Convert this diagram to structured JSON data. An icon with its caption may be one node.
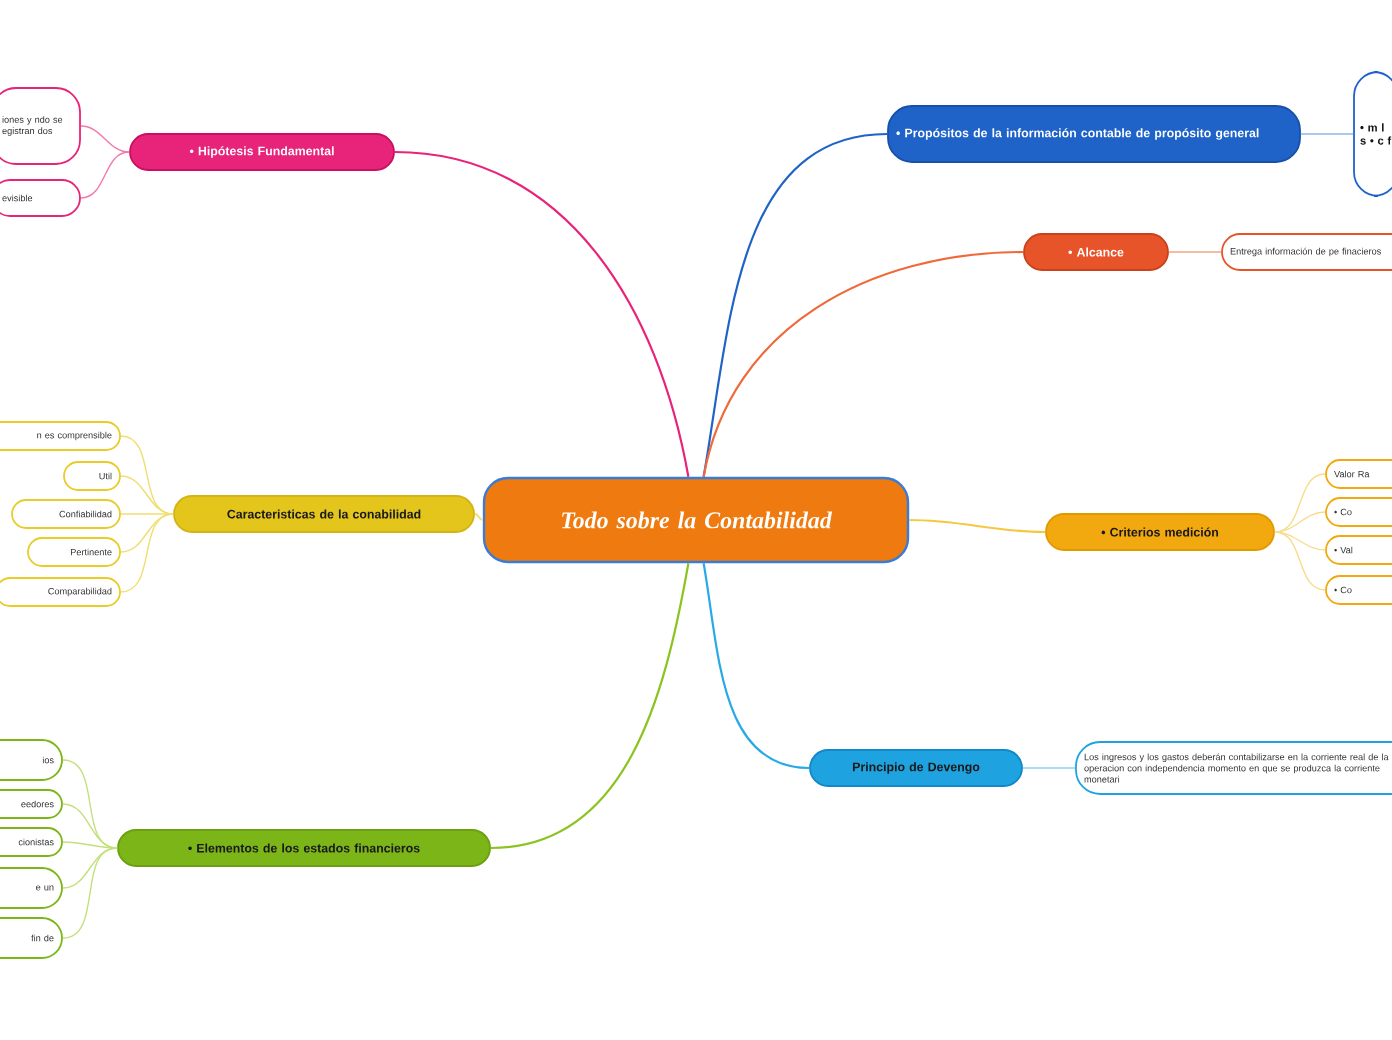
{
  "diagram": {
    "nodes": [
      {
        "text": [
          "Todo sobre la Contabilidad"
        ]
      },
      {
        "text": [
          "•  Hipótesis Fundamental"
        ]
      },
      {
        "text": [
          "iones y ndo se egistran dos"
        ]
      },
      {
        "text": [
          "evisible"
        ]
      },
      {
        "text": [
          "Caracteristicas de la conabilidad"
        ]
      },
      {
        "text": [
          "n es comprensible"
        ]
      },
      {
        "text": [
          "Util"
        ]
      },
      {
        "text": [
          "Confiabilidad"
        ]
      },
      {
        "text": [
          "Pertinente"
        ]
      },
      {
        "text": [
          "Comparabilidad"
        ]
      },
      {
        "text": [
          "•  Elementos de los estados financieros"
        ]
      },
      {
        "text": [
          "ios"
        ]
      },
      {
        "text": [
          "eedores"
        ]
      },
      {
        "text": [
          "cionistas"
        ]
      },
      {
        "text": [
          "e un"
        ]
      },
      {
        "text": [
          "fin de"
        ]
      },
      {
        "text": [
          "•  Propósitos de la información contable de propósito general"
        ]
      },
      {
        "text": [
          "• m l s • c f"
        ]
      },
      {
        "text": [
          "•  Alcance"
        ]
      },
      {
        "text": [
          "Entrega información de pe finacieros"
        ]
      },
      {
        "text": [
          "•  Criterios medición"
        ]
      },
      {
        "text": [
          "Valor Ra"
        ]
      },
      {
        "text": [
          "• Co"
        ]
      },
      {
        "text": [
          "• Val"
        ]
      },
      {
        "text": [
          "• Co"
        ]
      },
      {
        "text": [
          "Principio de Devengo"
        ]
      },
      {
        "text": [
          "Los ingresos y los gastos deberán contabilizarse en la corriente real de la operacion con independencia momento en que se produzca la corriente monetari"
        ]
      }
    ],
    "edges": [
      {
        "from": 0,
        "to": 1,
        "arrow": "none",
        "color": "#e8237a"
      },
      {
        "from": 1,
        "to": 2,
        "arrow": "none",
        "color": "#f27aae"
      },
      {
        "from": 1,
        "to": 3,
        "arrow": "none",
        "color": "#f27aae"
      },
      {
        "from": 0,
        "to": 4,
        "arrow": "none",
        "color": "#f0de70"
      },
      {
        "from": 4,
        "to": 5,
        "arrow": "none",
        "color": "#f0de70"
      },
      {
        "from": 4,
        "to": 6,
        "arrow": "none",
        "color": "#f0de70"
      },
      {
        "from": 4,
        "to": 7,
        "arrow": "none",
        "color": "#f0de70"
      },
      {
        "from": 4,
        "to": 8,
        "arrow": "none",
        "color": "#f0de70"
      },
      {
        "from": 4,
        "to": 9,
        "arrow": "none",
        "color": "#f0de70"
      },
      {
        "from": 0,
        "to": 10,
        "arrow": "none",
        "color": "#8cc320"
      },
      {
        "from": 10,
        "to": 11,
        "arrow": "none",
        "color": "#c3e07a"
      },
      {
        "from": 10,
        "to": 12,
        "arrow": "none",
        "color": "#c3e07a"
      },
      {
        "from": 10,
        "to": 13,
        "arrow": "none",
        "color": "#c3e07a"
      },
      {
        "from": 10,
        "to": 14,
        "arrow": "none",
        "color": "#c3e07a"
      },
      {
        "from": 10,
        "to": 15,
        "arrow": "none",
        "color": "#c3e07a"
      },
      {
        "from": 0,
        "to": 16,
        "arrow": "none",
        "color": "#1f63c9"
      },
      {
        "from": 16,
        "to": 17,
        "arrow": "none",
        "color": "#8fb6ee"
      },
      {
        "from": 0,
        "to": 18,
        "arrow": "none",
        "color": "#ef6a3a"
      },
      {
        "from": 18,
        "to": 19,
        "arrow": "none",
        "color": "#f5a486"
      },
      {
        "from": 0,
        "to": 20,
        "arrow": "none",
        "color": "#f5c842"
      },
      {
        "from": 20,
        "to": 21,
        "arrow": "none",
        "color": "#f8dc8c"
      },
      {
        "from": 20,
        "to": 22,
        "arrow": "none",
        "color": "#f8dc8c"
      },
      {
        "from": 20,
        "to": 23,
        "arrow": "none",
        "color": "#f8dc8c"
      },
      {
        "from": 20,
        "to": 24,
        "arrow": "none",
        "color": "#f8dc8c"
      },
      {
        "from": 0,
        "to": 25,
        "arrow": "none",
        "color": "#29a9e6"
      },
      {
        "from": 25,
        "to": 26,
        "arrow": "none",
        "color": "#8fd0f0"
      }
    ]
  }
}
